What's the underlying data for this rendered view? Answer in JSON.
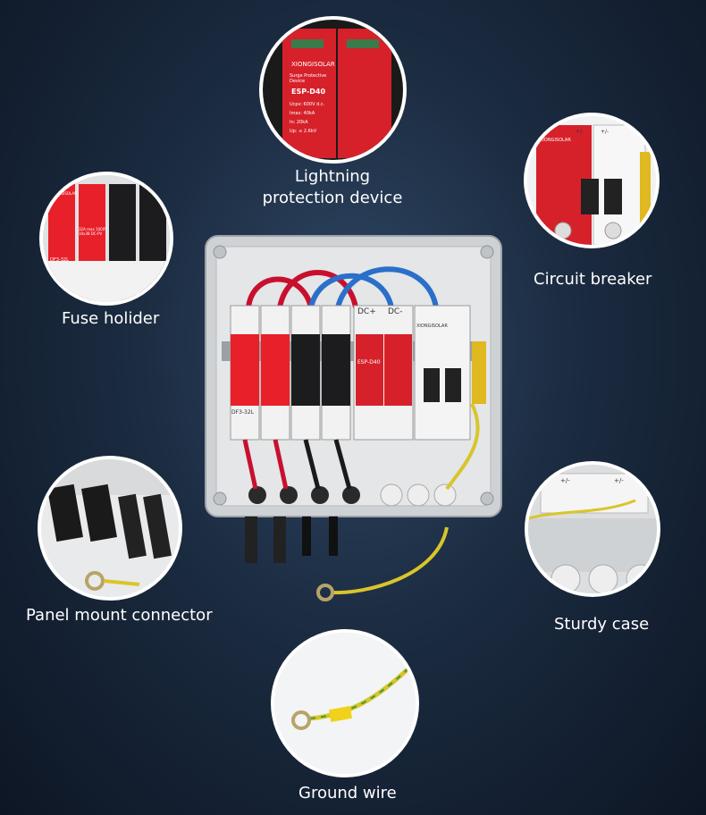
{
  "callouts": {
    "lightning": {
      "label_line1": "Lightning",
      "label_line2": "protection device"
    },
    "fuse": {
      "label": "Fuse holider"
    },
    "breaker": {
      "label": "Circuit breaker"
    },
    "connector": {
      "label": "Panel mount connector"
    },
    "case": {
      "label": "Sturdy case"
    },
    "ground": {
      "label": "Ground wire"
    }
  },
  "device": {
    "fuse_brand": "XIONGISOLAR",
    "fuse_model": "DF3-32L",
    "spd_brand": "XIONGISOLAR",
    "spd_subtitle": "Surge Protective Device",
    "spd_model": "ESP-D40",
    "spd_spec_uc": "Ucpv: 600V d.c.",
    "spd_spec_imax": "Imax: 40kA",
    "spd_spec_in": "In: 20kA",
    "spd_spec_up": "Up: ≤ 2.6kV",
    "fuse_rating": "32A max 1000V 10x38 DC-PV",
    "terminal_plus": "DC+",
    "terminal_minus": "DC-",
    "breaker_brand": "XIONGISOLAR",
    "breaker_plus": "+/-",
    "breaker_minus": "+/-"
  },
  "colors": {
    "fuse_red": "#e8202a",
    "fuse_black": "#1c1c1e",
    "spd_red": "#d6212b",
    "wire_red": "#c8102e",
    "wire_blue": "#2a6fc9",
    "ground_yellow": "#d9c52a",
    "case_grey": "#d2d5d8"
  }
}
